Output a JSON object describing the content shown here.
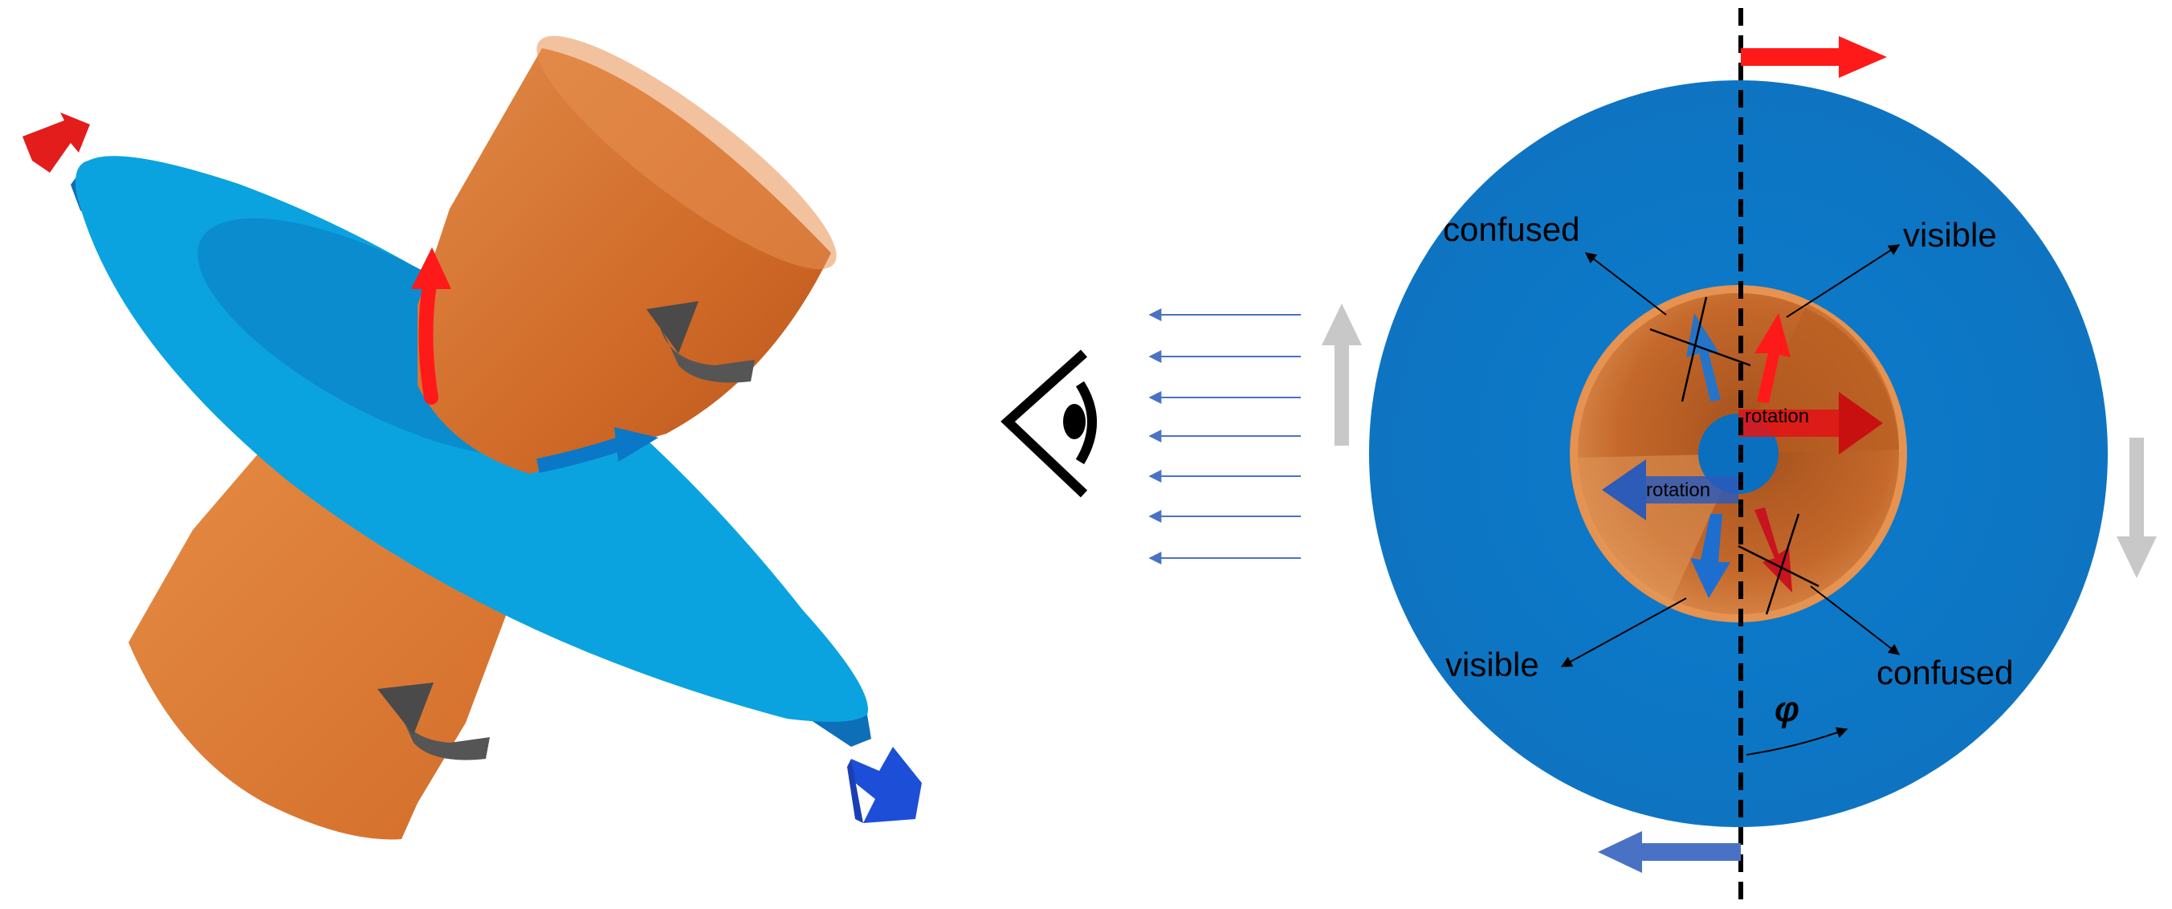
{
  "labels": {
    "confused_top": "confused",
    "visible_top": "visible",
    "visible_bottom": "visible",
    "confused_bottom": "confused",
    "rotation_right": "rotation",
    "rotation_left": "rotation",
    "phi": "φ"
  },
  "colors": {
    "disk": "#0288d6",
    "disk_left": "#0aa3df",
    "cone": "#d9742e",
    "red_arrow": "#ff1a1a",
    "blue_arrow": "#1d4ed8",
    "gray_arrow": "#c8c8c8",
    "sight_lines": "#4a72c4"
  },
  "icons": [
    "eye-icon",
    "red-arrow-icon",
    "blue-arrow-icon",
    "gray-arrow-icon",
    "curved-rotation-arrow-icon"
  ]
}
